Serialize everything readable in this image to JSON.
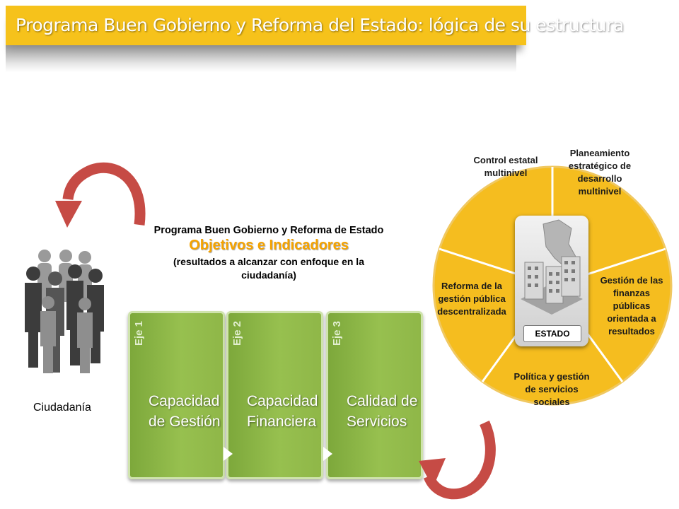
{
  "header": {
    "title": "Programa Buen Gobierno y Reforma del Estado: lógica de su estructura"
  },
  "left": {
    "citizens_label": "Ciudadanía"
  },
  "center": {
    "program_name": "Programa Buen Gobierno y Reforma de Estado",
    "subtitle": "Objetivos e Indicadores",
    "description": "(resultados  a alcanzar con enfoque en la ciudadanía)"
  },
  "ejes": [
    {
      "label": "Eje 1",
      "text": "Capacidad de Gestión"
    },
    {
      "label": "Eje 2",
      "text": "Capacidad Financiera"
    },
    {
      "label": "Eje 3",
      "text": "Calidad de Servicios"
    }
  ],
  "wheel": {
    "center_label": "ESTADO",
    "segments": [
      "Control estatal multinivel",
      "Planeamiento estratégico de desarrollo multinivel",
      "Gestión de las finanzas públicas orientada a resultados",
      "Política y gestión de servicios sociales",
      "Reforma de la gestión pública descentralizada"
    ]
  },
  "colors": {
    "title_bar": "#f6c21b",
    "wheel": "#f5bd1f",
    "eje": "#8db646",
    "arrow": "#c64b45",
    "objetivos": "#f5a300"
  }
}
